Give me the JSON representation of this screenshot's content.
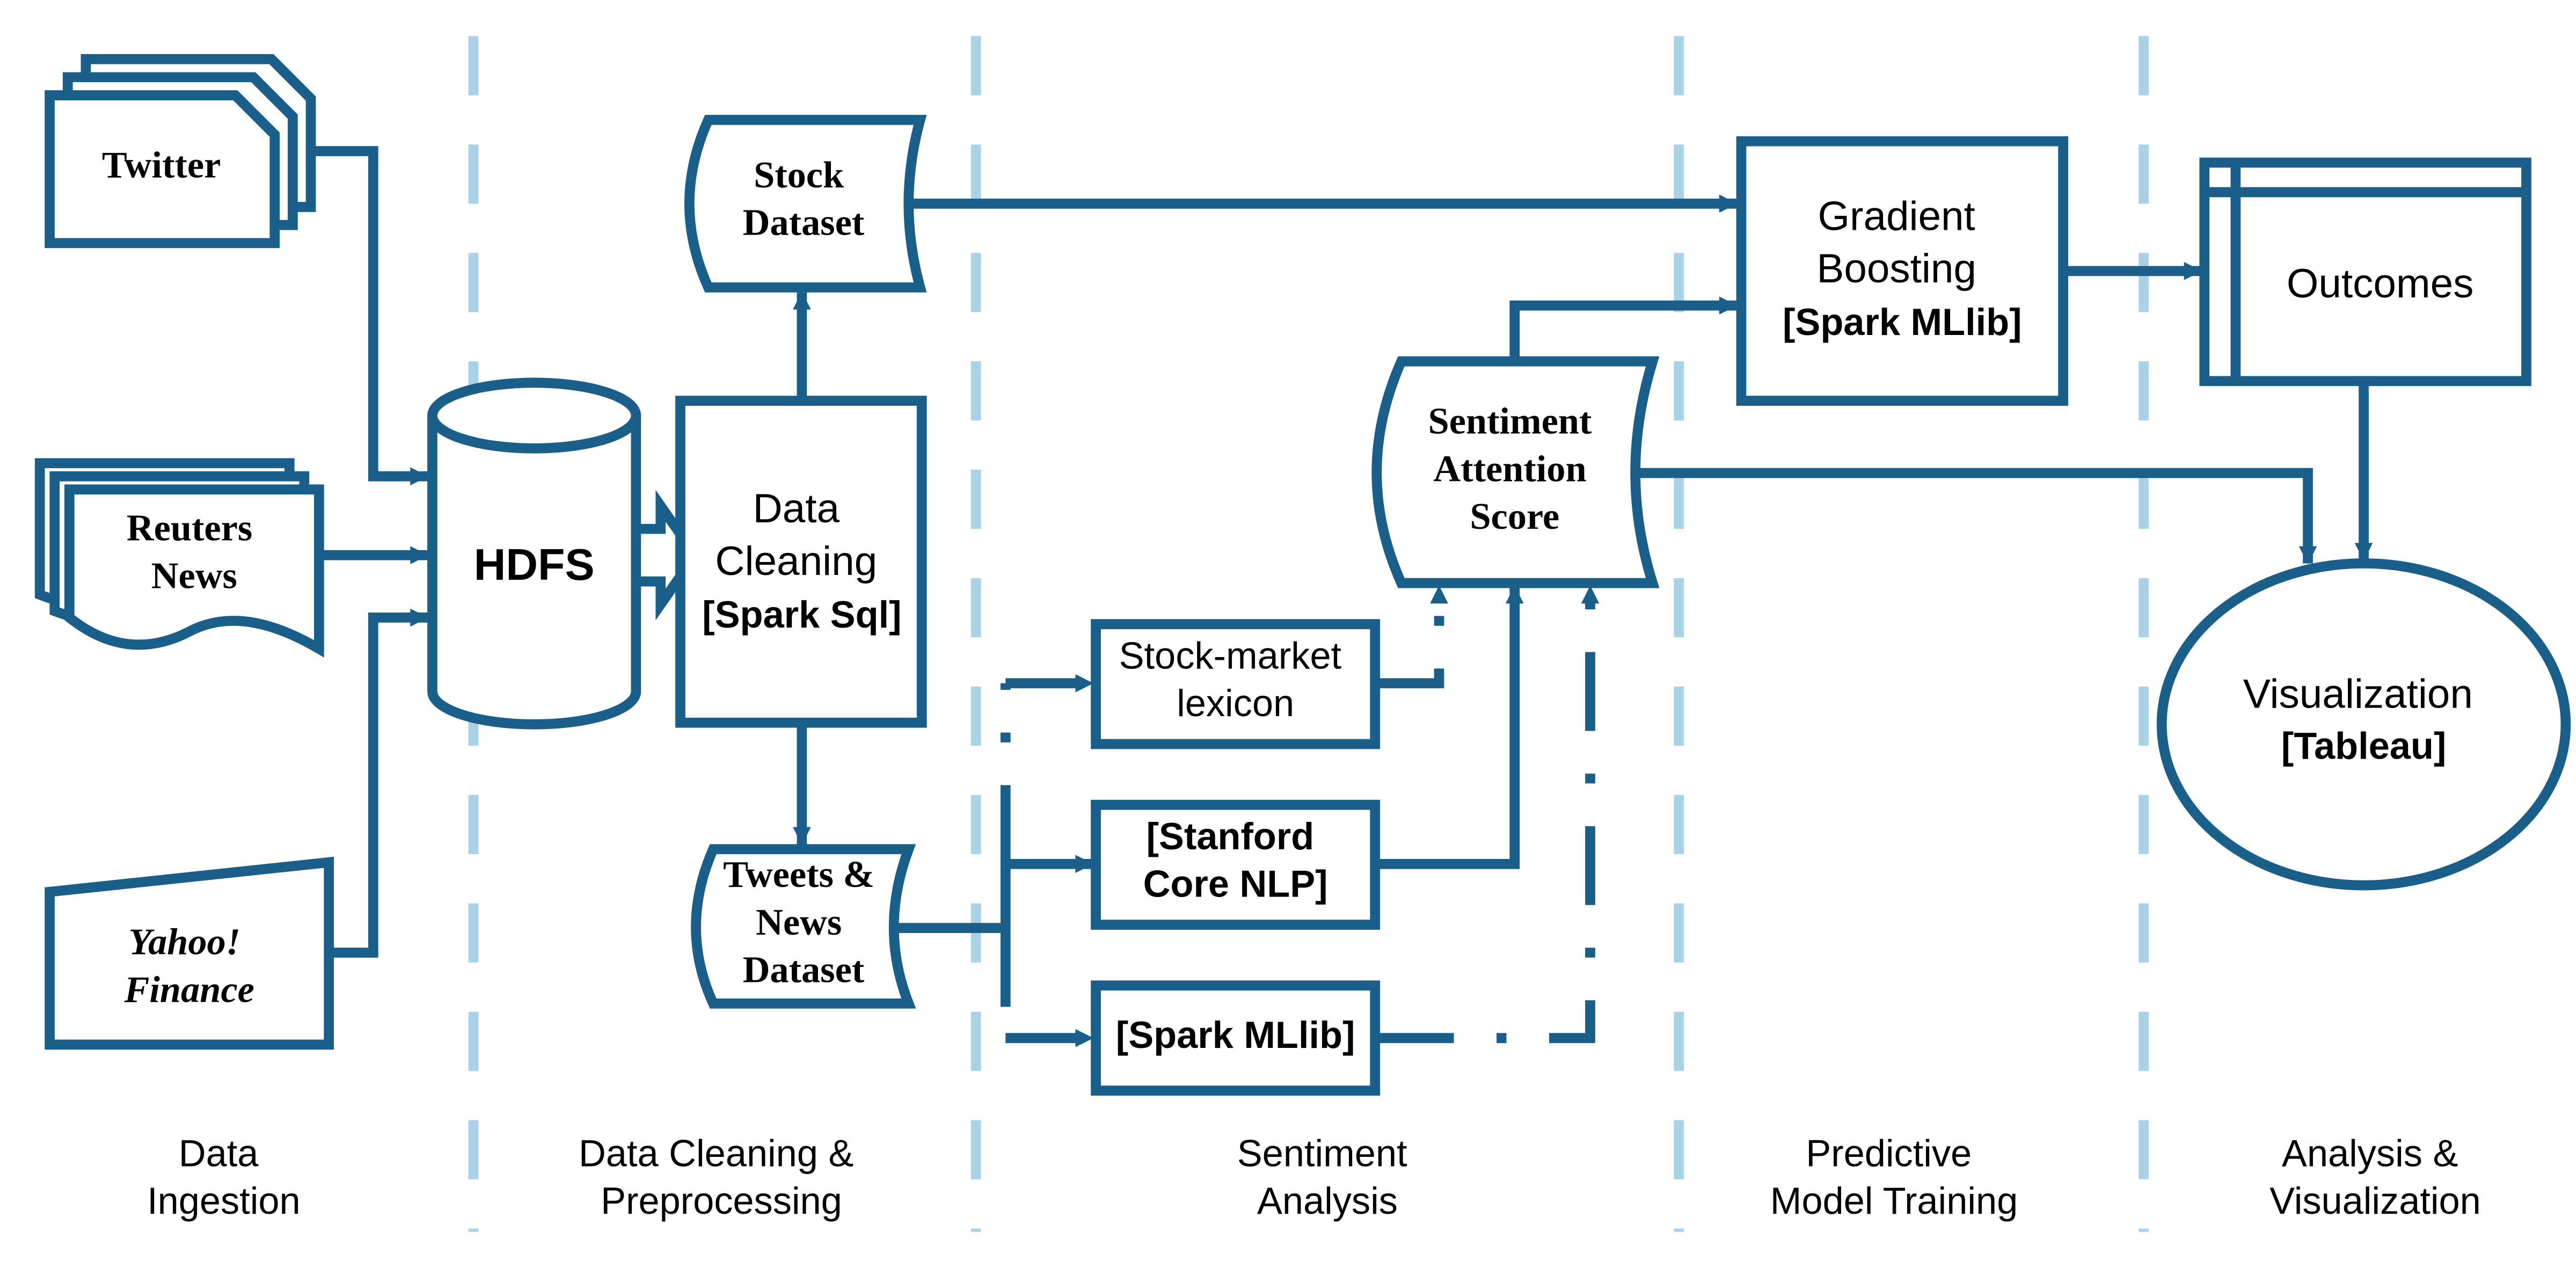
{
  "colors": {
    "stroke": "#1a5e8a",
    "separator": "#a9d2e8",
    "text": "#000000",
    "background": "#ffffff"
  },
  "nodes": {
    "twitter": "Twitter",
    "reuters": [
      "Reuters",
      "News"
    ],
    "yahoo": [
      "Yahoo!",
      "Finance"
    ],
    "hdfs": "HDFS",
    "data_cleaning": [
      "Data",
      "Cleaning",
      "[Spark Sql]"
    ],
    "stock_dataset": [
      "Stock",
      "Dataset"
    ],
    "tweets_dataset": [
      "Tweets &",
      "News",
      "Dataset"
    ],
    "lexicon": [
      "Stock-market",
      "lexicon"
    ],
    "stanford": [
      "[Stanford",
      "Core NLP]"
    ],
    "spark_mllib_sa": "[Spark MLlib]",
    "sentiment_score": [
      "Sentiment",
      "Attention",
      "Score"
    ],
    "gradient_boosting": [
      "Gradient",
      "Boosting",
      "[Spark MLlib]"
    ],
    "outcomes": "Outcomes",
    "visualization": [
      "Visualization",
      "[Tableau]"
    ]
  },
  "stages": [
    [
      "Data",
      "Ingestion"
    ],
    [
      "Data Cleaning &",
      "Preprocessing"
    ],
    [
      "Sentiment",
      "Analysis"
    ],
    [
      "Predictive",
      "Model Training"
    ],
    [
      "Analysis &",
      "Visualization"
    ]
  ]
}
